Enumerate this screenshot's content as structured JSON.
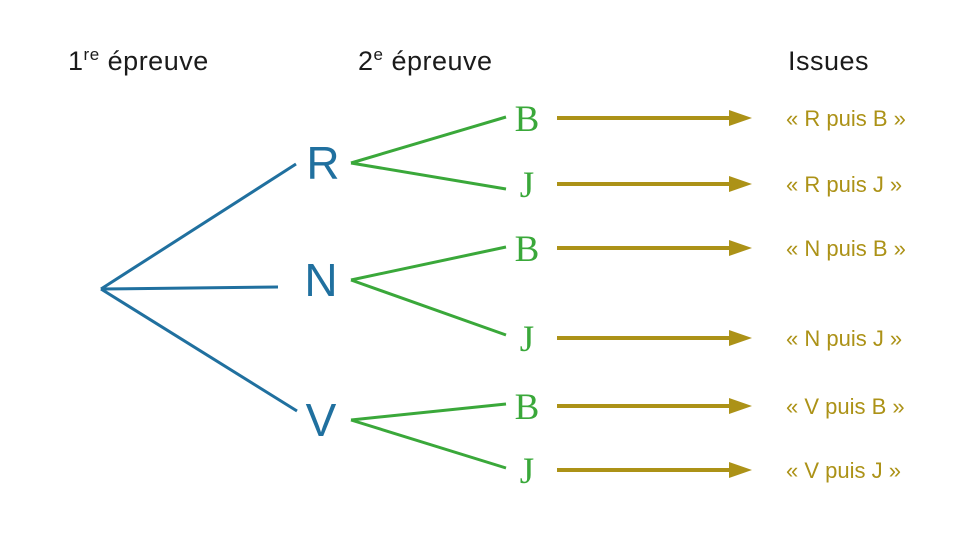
{
  "colors": {
    "level1_blue": "#20709f",
    "level2_green": "#3aa83a",
    "arrow_gold": "#ac9217",
    "heading_text": "#1b1b1b",
    "background": "#ffffff"
  },
  "headers": {
    "first": {
      "base": "1",
      "sup": "re",
      "rest": " épreuve"
    },
    "second": {
      "base": "2",
      "sup": "e",
      "rest": " épreuve"
    },
    "issues": "Issues"
  },
  "tree": {
    "level1_nodes": [
      "R",
      "N",
      "V"
    ],
    "level2_nodes": [
      "B",
      "J"
    ],
    "rows": [
      {
        "leaf": "B",
        "outcome": "« R puis B »"
      },
      {
        "leaf": "J",
        "outcome": "« R puis J »"
      },
      {
        "leaf": "B",
        "outcome": "« N puis B »"
      },
      {
        "leaf": "J",
        "outcome": "« N puis J »"
      },
      {
        "leaf": "B",
        "outcome": "« V puis B »"
      },
      {
        "leaf": "J",
        "outcome": "« V puis J »"
      }
    ]
  }
}
